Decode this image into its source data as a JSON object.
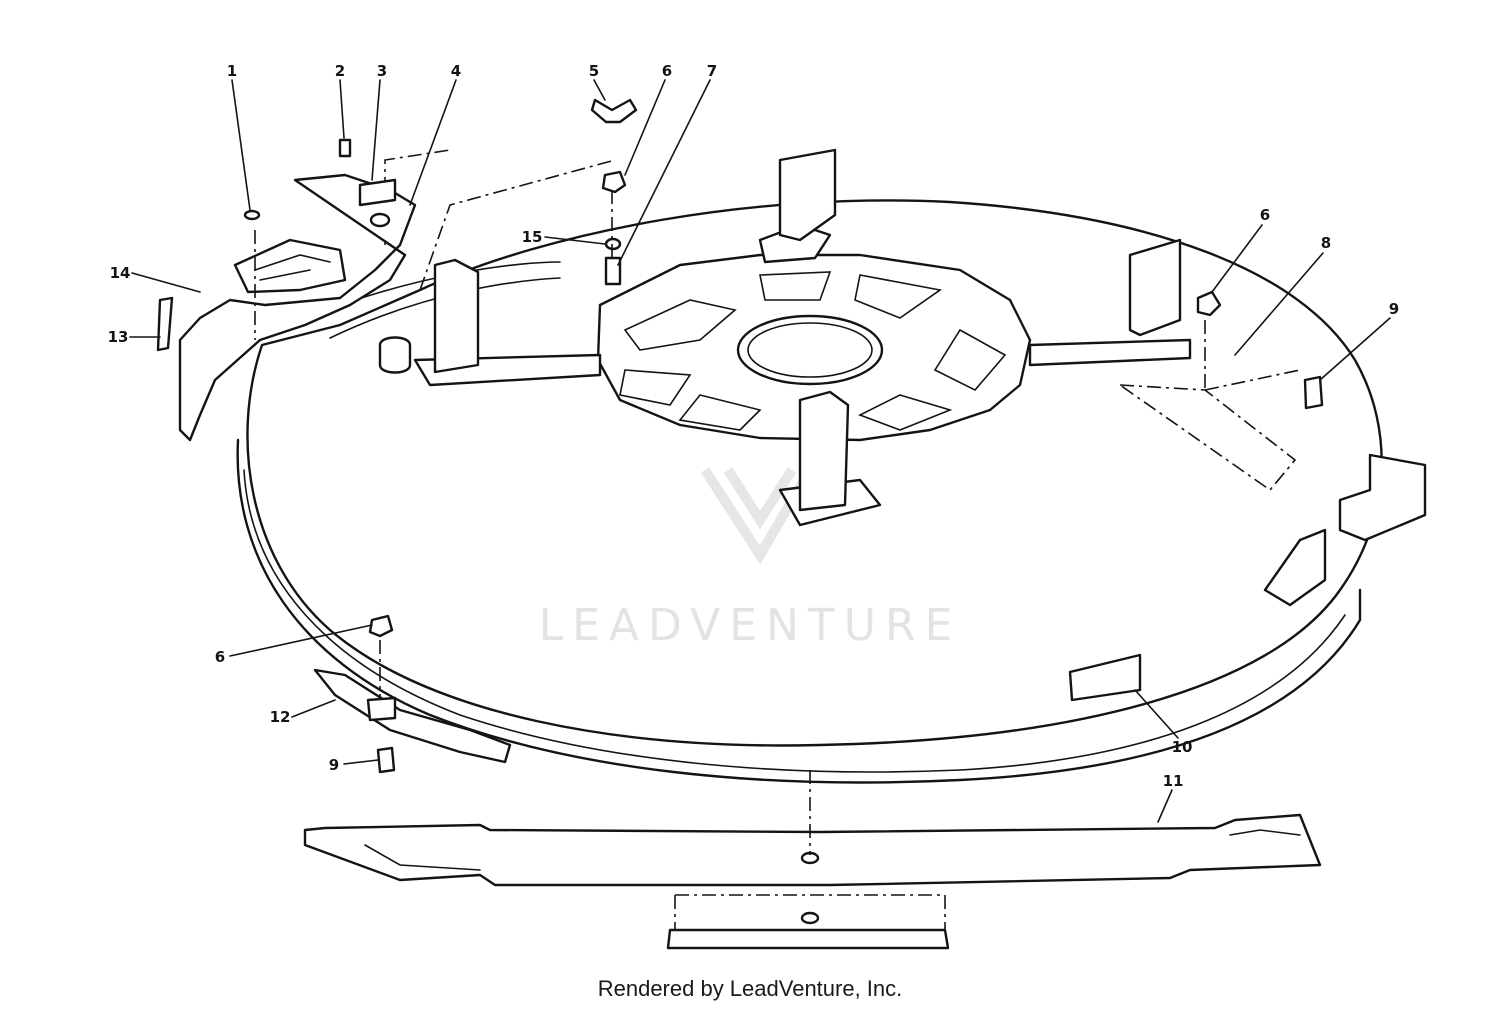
{
  "callouts": [
    {
      "id": "1",
      "label": "1"
    },
    {
      "id": "2",
      "label": "2"
    },
    {
      "id": "3",
      "label": "3"
    },
    {
      "id": "4",
      "label": "4"
    },
    {
      "id": "5",
      "label": "5"
    },
    {
      "id": "6a",
      "label": "6"
    },
    {
      "id": "7",
      "label": "7"
    },
    {
      "id": "6b",
      "label": "6"
    },
    {
      "id": "8",
      "label": "8"
    },
    {
      "id": "9a",
      "label": "9"
    },
    {
      "id": "14",
      "label": "14"
    },
    {
      "id": "13",
      "label": "13"
    },
    {
      "id": "15",
      "label": "15"
    },
    {
      "id": "6c",
      "label": "6"
    },
    {
      "id": "12",
      "label": "12"
    },
    {
      "id": "9b",
      "label": "9"
    },
    {
      "id": "10",
      "label": "10"
    },
    {
      "id": "11",
      "label": "11"
    }
  ],
  "watermark": {
    "text": "LEADVENTURE"
  },
  "footer": {
    "text": "Rendered by LeadVenture, Inc."
  }
}
